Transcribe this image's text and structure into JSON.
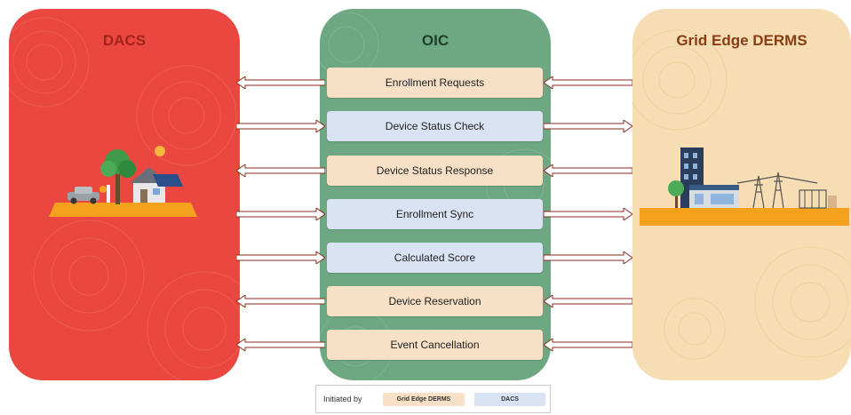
{
  "panels": {
    "dacs": {
      "title": "DACS"
    },
    "oic": {
      "title": "OIC"
    },
    "derms": {
      "title": "Grid Edge DERMS"
    }
  },
  "steps": [
    {
      "label": "Enrollment Requests",
      "initiator": "Grid Edge DERMS"
    },
    {
      "label": "Device Status Check",
      "initiator": "DACS"
    },
    {
      "label": "Device Status Response",
      "initiator": "Grid Edge DERMS"
    },
    {
      "label": "Enrollment Sync",
      "initiator": "DACS"
    },
    {
      "label": "Calculated Score",
      "initiator": "DACS"
    },
    {
      "label": "Device Reservation",
      "initiator": "Grid Edge DERMS"
    },
    {
      "label": "Event Cancellation",
      "initiator": "Grid Edge DERMS"
    }
  ],
  "legend": {
    "label": "Initiated by",
    "derms": "Grid Edge DERMS",
    "dacs": "DACS"
  },
  "colors": {
    "dacs_panel": "#e9473f",
    "oic_panel": "#6ea882",
    "derms_panel": "#f6ddb3",
    "derms_box": "#f7e0c5",
    "dacs_box": "#d9e3f4"
  },
  "icons": [
    "house-solar-ev-illustration",
    "city-grid-illustration",
    "left-arrow",
    "right-arrow"
  ]
}
